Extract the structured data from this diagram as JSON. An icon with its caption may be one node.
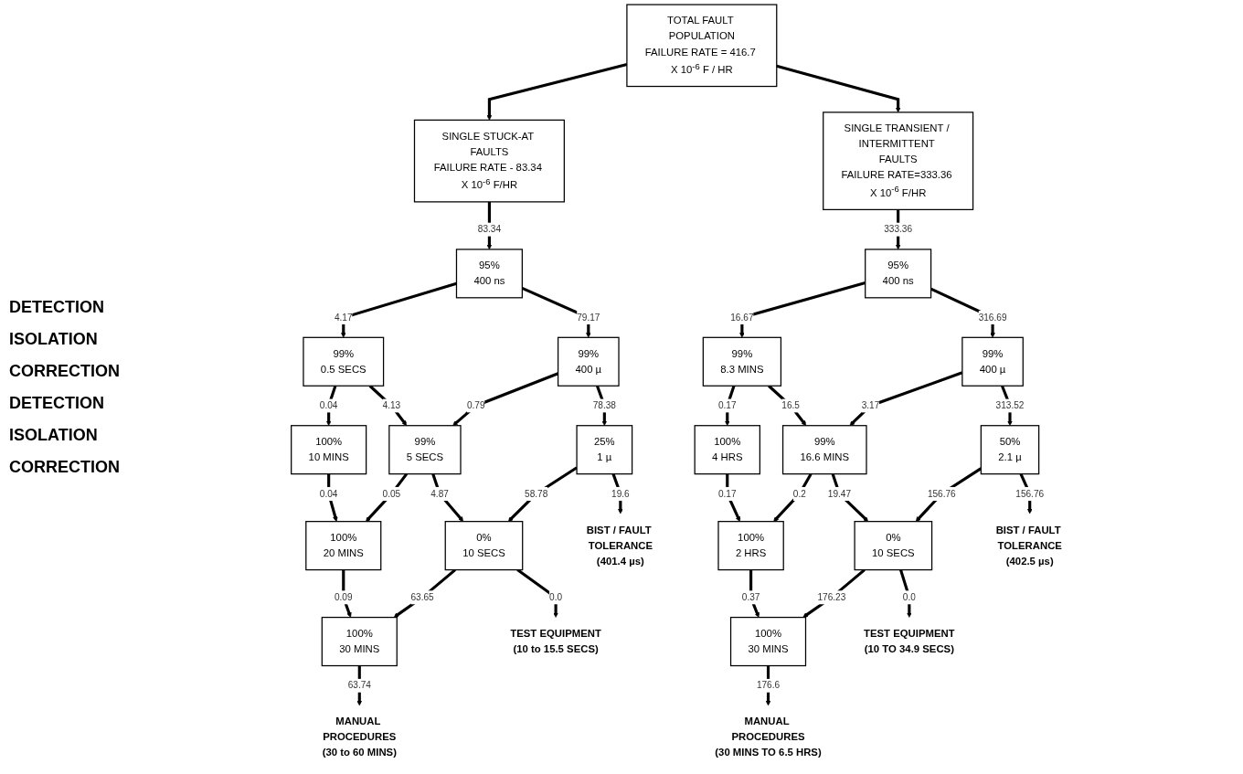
{
  "diagram": {
    "nodes": [
      {
        "text": [
          "TOTAL FAULT POPULATION",
          "FAILURE RATE = 416.7 X 10$^{-6}$ F / HR"
        ]
      },
      {
        "text": [
          "SINGLE STUCK-AT FAULTS",
          "FAILURE RATE - 83.34 X 10$^{-6}$ F/HR"
        ]
      },
      {
        "text": [
          "SINGLE TRANSIENT / INTERMITTENT FAULTS",
          "FAILURE RATE=333.36 X 10$^{-6}$ F/HR"
        ]
      },
      {
        "text": [
          "95%",
          "400 ns"
        ]
      },
      {
        "text": [
          "99%",
          "0.5 SECS"
        ]
      },
      {
        "text": [
          "100%",
          "10 MINS"
        ]
      },
      {
        "text": [
          "99%",
          "400 µ"
        ]
      },
      {
        "text": [
          "99%",
          "5 SECS"
        ]
      },
      {
        "text": [
          "100%",
          "20 MINS"
        ]
      },
      {
        "text": [
          "25%",
          "1 µ"
        ]
      },
      {
        "text": [
          "0%",
          "10 SECS"
        ]
      },
      {
        "text": [
          "100%",
          "30 MINS"
        ]
      },
      {
        "text": [
          "BIST / FAULT TOLERANCE",
          "(401.4 µs)"
        ]
      },
      {
        "text": [
          "TEST EQUIPMENT",
          "(10 to 15.5 SECS)"
        ]
      },
      {
        "text": [
          "MANUAL PROCEDURES",
          "(30 to 60 MINS)"
        ]
      },
      {
        "text": [
          "95%",
          "400 ns"
        ]
      },
      {
        "text": [
          "99%",
          "8.3 MINS"
        ]
      },
      {
        "text": [
          "100%",
          "4 HRS"
        ]
      },
      {
        "text": [
          "99%",
          "400 µ"
        ]
      },
      {
        "text": [
          "99%",
          "16.6 MINS"
        ]
      },
      {
        "text": [
          "100%",
          "2 HRS"
        ]
      },
      {
        "text": [
          "50%",
          "2.1 µ"
        ]
      },
      {
        "text": [
          "0%",
          "10 SECS"
        ]
      },
      {
        "text": [
          "100%",
          "30 MINS"
        ]
      },
      {
        "text": [
          "BIST / FAULT TOLERANCE",
          "(402.5 µs)"
        ]
      },
      {
        "text": [
          "TEST EQUIPMENT",
          "(10 TO 34.9 SECS)"
        ]
      },
      {
        "text": [
          "MANUAL PROCEDURES",
          "(30 MINS TO 6.5 HRS)"
        ]
      }
    ],
    "edges": [
      {
        "from": 0,
        "to": 1,
        "arrow": "to"
      },
      {
        "from": 0,
        "to": 2,
        "arrow": "to"
      },
      {
        "from": 1,
        "to": 3,
        "arrow": "to",
        "label": "83.34"
      },
      {
        "from": 3,
        "to": 4,
        "arrow": "to",
        "label": "4.17"
      },
      {
        "from": 4,
        "to": 5,
        "arrow": "to",
        "label": "0.04"
      },
      {
        "from": 3,
        "to": 6,
        "arrow": "to",
        "label": "79.17"
      },
      {
        "from": 4,
        "to": 7,
        "arrow": "to",
        "label": "4.13"
      },
      {
        "from": 5,
        "to": 8,
        "arrow": "to",
        "label": "0.04"
      },
      {
        "from": 6,
        "to": 7,
        "arrow": "to",
        "label": "0.79"
      },
      {
        "from": 7,
        "to": 8,
        "arrow": "to",
        "label": "0.05"
      },
      {
        "from": 6,
        "to": 9,
        "arrow": "to",
        "label": "78.38"
      },
      {
        "from": 7,
        "to": 10,
        "arrow": "to",
        "label": "4.87"
      },
      {
        "from": 8,
        "to": 11,
        "arrow": "to",
        "label": "0.09"
      },
      {
        "from": 9,
        "to": 10,
        "arrow": "to",
        "label": "58.78"
      },
      {
        "from": 10,
        "to": 11,
        "arrow": "to",
        "label": "63.65"
      },
      {
        "from": 9,
        "to": 12,
        "arrow": "to",
        "label": "19.6"
      },
      {
        "from": 10,
        "to": 13,
        "arrow": "to",
        "label": "0.0"
      },
      {
        "from": 11,
        "to": 14,
        "arrow": "to",
        "label": "63.74"
      },
      {
        "from": 2,
        "to": 15,
        "arrow": "to",
        "label": "333.36"
      },
      {
        "from": 15,
        "to": 16,
        "arrow": "to",
        "label": "16.67"
      },
      {
        "from": 16,
        "to": 17,
        "arrow": "to",
        "label": "0.17"
      },
      {
        "from": 15,
        "to": 18,
        "arrow": "to",
        "label": "316.69"
      },
      {
        "from": 16,
        "to": 19,
        "arrow": "to",
        "label": "16.5"
      },
      {
        "from": 17,
        "to": 20,
        "arrow": "to",
        "label": "0.17"
      },
      {
        "from": 18,
        "to": 19,
        "arrow": "to",
        "label": "3.17"
      },
      {
        "from": 19,
        "to": 20,
        "arrow": "to",
        "label": "0.2"
      },
      {
        "from": 18,
        "to": 21,
        "arrow": "to",
        "label": "313.52"
      },
      {
        "from": 19,
        "to": 22,
        "arrow": "to",
        "label": "19.47"
      },
      {
        "from": 20,
        "to": 23,
        "arrow": "to",
        "label": "0.37"
      },
      {
        "from": 21,
        "to": 22,
        "arrow": "to",
        "label": "156.76"
      },
      {
        "from": 22,
        "to": 23,
        "arrow": "to",
        "label": "176.23"
      },
      {
        "from": 21,
        "to": 24,
        "arrow": "to",
        "label": "156.76"
      },
      {
        "from": 22,
        "to": 25,
        "arrow": "to",
        "label": "0.0"
      },
      {
        "from": 23,
        "to": 26,
        "arrow": "to",
        "label": "176.6"
      }
    ],
    "labels": [
      "DETECTION",
      "ISOLATION",
      "CORRECTION",
      "DETECTION",
      "ISOLATION",
      "CORRECTION"
    ]
  }
}
